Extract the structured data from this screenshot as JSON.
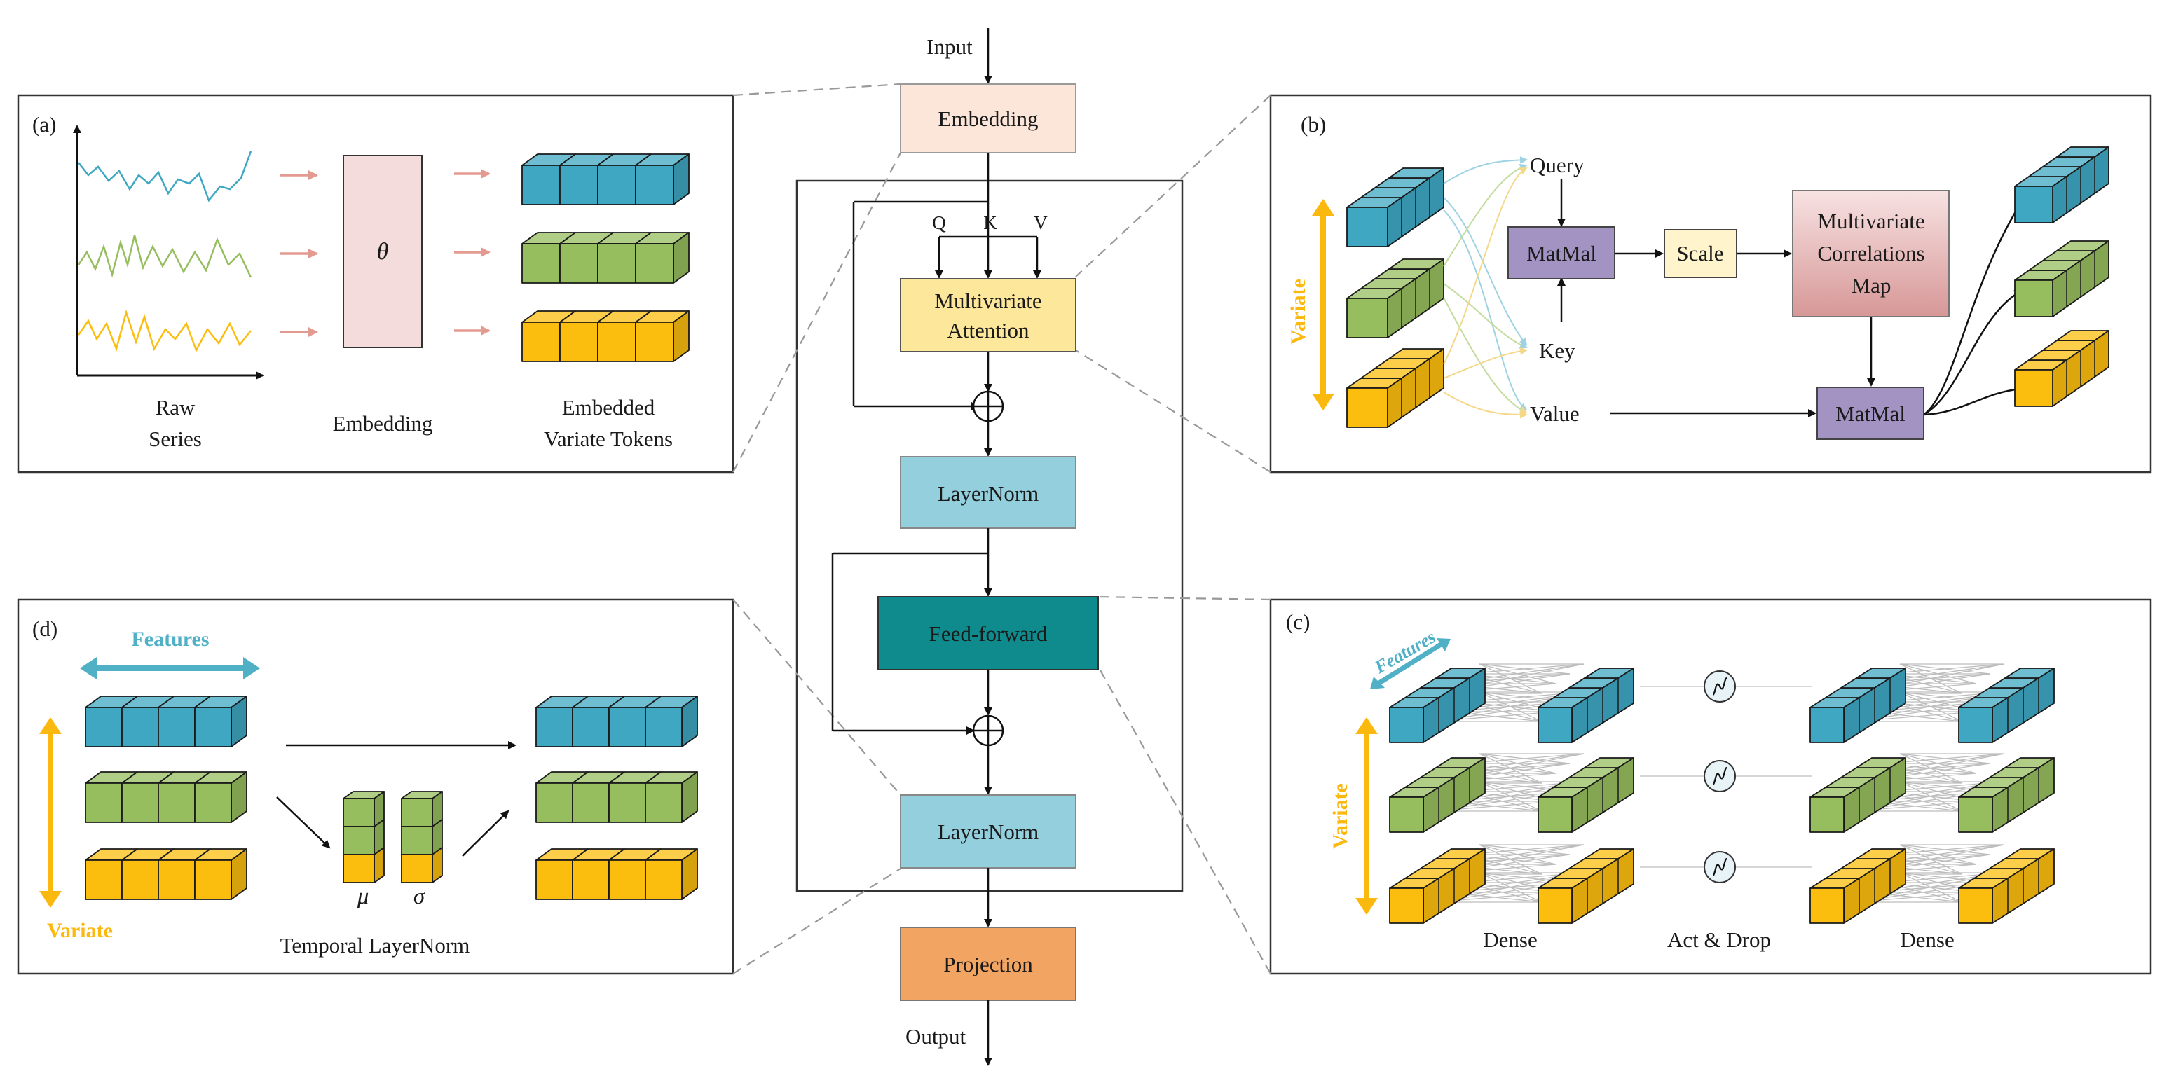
{
  "main": {
    "input": "Input",
    "output": "Output",
    "embedding": "Embedding",
    "attention_line1": "Multivariate",
    "attention_line2": "Attention",
    "q": "Q",
    "k": "K",
    "v": "V",
    "layernorm1": "LayerNorm",
    "feedforward": "Feed-forward",
    "layernorm2": "LayerNorm",
    "projection": "Projection"
  },
  "panel_a": {
    "tag": "(a)",
    "theta": "θ",
    "raw_line1": "Raw",
    "raw_line2": "Series",
    "embedding": "Embedding",
    "tokens_line1": "Embedded",
    "tokens_line2": "Variate Tokens"
  },
  "panel_b": {
    "tag": "(b)",
    "variate": "Variate",
    "query": "Query",
    "key": "Key",
    "value": "Value",
    "matmul1": "MatMal",
    "scale": "Scale",
    "map_line1": "Multivariate",
    "map_line2": "Correlations",
    "map_line3": "Map",
    "matmul2": "MatMal"
  },
  "panel_c": {
    "tag": "(c)",
    "features": "Features",
    "variate": "Variate",
    "dense1": "Dense",
    "act": "Act & Drop",
    "dense2": "Dense"
  },
  "panel_d": {
    "tag": "(d)",
    "features": "Features",
    "variate": "Variate",
    "mu": "μ",
    "sigma": "σ",
    "caption": "Temporal LayerNorm"
  },
  "colors": {
    "blue_token": "#3fa7c2",
    "green_token": "#96bd5e",
    "yellow_token": "#fbbd0e",
    "embedding_box": "#fbe6d9",
    "attention_box": "#fde79a",
    "layernorm_box": "#93cfdc",
    "feedforward_box": "#0f8b8d",
    "projection_box": "#f2a463",
    "matmul_box": "#a393c3",
    "scale_box": "#fff4cc",
    "theta_box": "#f5dcdc",
    "features_arrow": "#4fb0c6",
    "variate_arrow": "#fbb80f"
  }
}
